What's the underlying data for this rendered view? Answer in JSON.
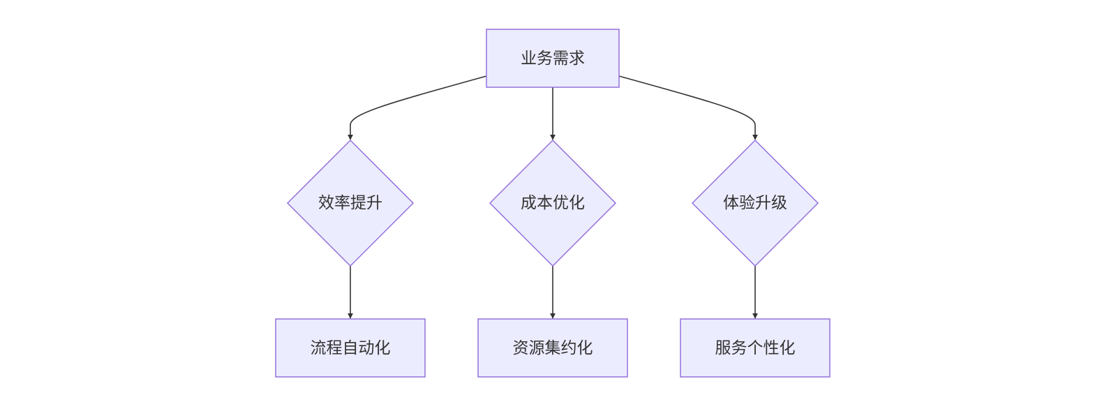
{
  "nodes": {
    "root": "业务需求",
    "efficiency": "效率提升",
    "cost": "成本优化",
    "experience": "体验升级",
    "automation": "流程自动化",
    "consolidation": "资源集约化",
    "personalization": "服务个性化"
  },
  "edges": [
    {
      "from": "业务需求",
      "to": "效率提升"
    },
    {
      "from": "业务需求",
      "to": "成本优化"
    },
    {
      "from": "业务需求",
      "to": "体验升级"
    },
    {
      "from": "效率提升",
      "to": "流程自动化"
    },
    {
      "from": "成本优化",
      "to": "资源集约化"
    },
    {
      "from": "体验升级",
      "to": "服务个性化"
    }
  ],
  "colors": {
    "node_fill": "#ececff",
    "node_stroke": "#9370db",
    "edge": "#333333",
    "text": "#333333"
  }
}
